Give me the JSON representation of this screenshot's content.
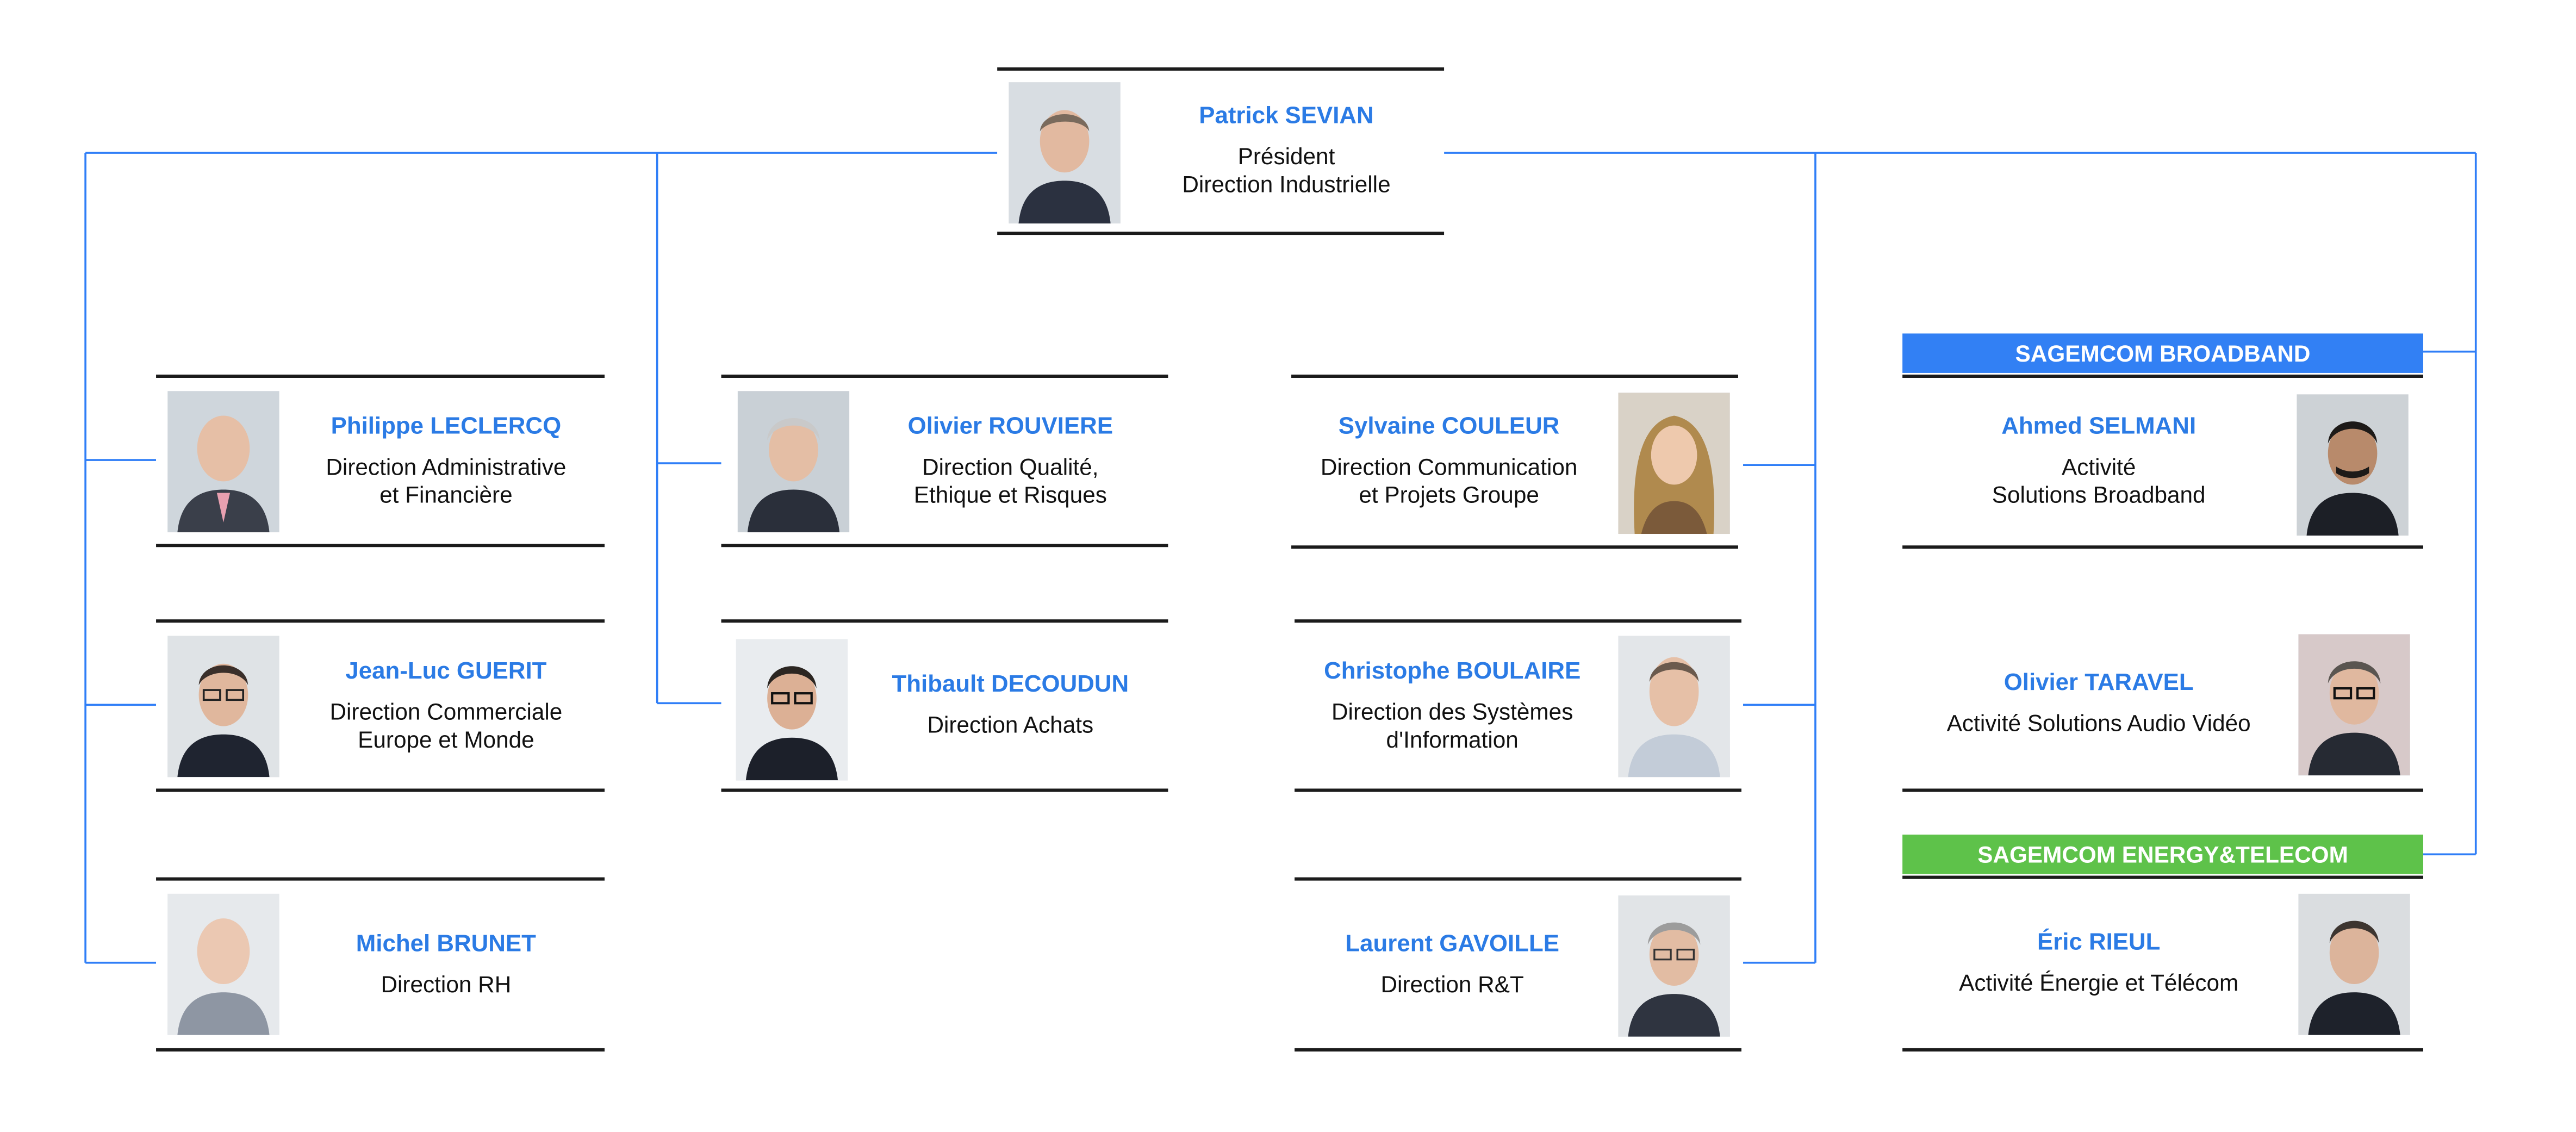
{
  "colors": {
    "accent_blue": "#2b7be5",
    "line_blue": "#2f7ef7",
    "broadband_banner": "#3280f4",
    "energy_banner": "#5ec24a",
    "card_rule": "#1b1b1b"
  },
  "banners": {
    "broadband": "SAGEMCOM BROADBAND",
    "energy": "SAGEMCOM ENERGY&TELECOM"
  },
  "president": {
    "name": "Patrick SEVIAN",
    "role_line1": "Président",
    "role_line2": "Direction Industrielle",
    "photo": "portrait-photo"
  },
  "people": {
    "leclercq": {
      "name": "Philippe LECLERCQ",
      "role_line1": "Direction Administrative",
      "role_line2": "et Financière",
      "photo": "portrait-photo"
    },
    "guerit": {
      "name": "Jean-Luc GUERIT",
      "role_line1": "Direction Commerciale",
      "role_line2": "Europe et Monde",
      "photo": "portrait-photo"
    },
    "brunet": {
      "name": "Michel BRUNET",
      "role_line1": "Direction RH",
      "photo": "portrait-photo"
    },
    "rouviere": {
      "name": "Olivier ROUVIERE",
      "role_line1": "Direction Qualité,",
      "role_line2": "Ethique et Risques",
      "photo": "portrait-photo"
    },
    "decoudun": {
      "name": "Thibault DECOUDUN",
      "role_line1": "Direction Achats",
      "photo": "portrait-photo"
    },
    "couleur": {
      "name": "Sylvaine COULEUR",
      "role_line1": "Direction Communication",
      "role_line2": "et Projets Groupe",
      "photo": "portrait-photo"
    },
    "boulaire": {
      "name": "Christophe BOULAIRE",
      "role_line1": "Direction des Systèmes",
      "role_line2": "d'Information",
      "photo": "portrait-photo"
    },
    "gavoille": {
      "name": "Laurent GAVOILLE",
      "role_line1": "Direction R&T",
      "photo": "portrait-photo"
    },
    "selmani": {
      "name": "Ahmed SELMANI",
      "role_line1": "Activité",
      "role_line2": "Solutions Broadband",
      "photo": "portrait-photo"
    },
    "taravel": {
      "name": "Olivier TARAVEL",
      "role_line1": "Activité Solutions Audio Vidéo",
      "photo": "portrait-photo"
    },
    "rieul": {
      "name": "Éric RIEUL",
      "role_line1": "Activité Énergie et Télécom",
      "photo": "portrait-photo"
    }
  }
}
